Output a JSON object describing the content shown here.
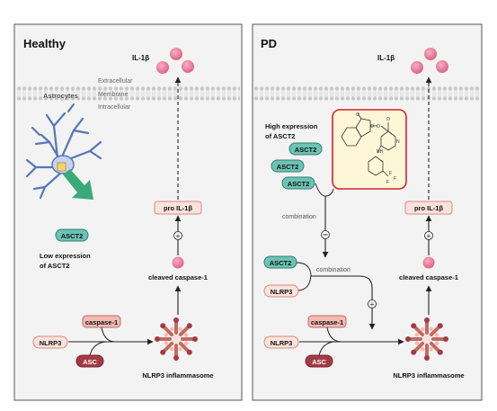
{
  "colors": {
    "panel_bg": "#f3f3f3",
    "panel_border": "#555555",
    "asct2_fill": "#6cc3b5",
    "asct2_stroke": "#2f7f74",
    "nlrp3_fill": "#fbe3dd",
    "nlrp3_stroke": "#d98a7c",
    "caspase_fill": "#f3b9b2",
    "caspase_stroke": "#c26b60",
    "asc_fill": "#a33b45",
    "il1b_fill": "#e9799a",
    "membrane": "#cfcfcf",
    "drug_box_fill": "#fdf7d8",
    "drug_box_stroke": "#d6202a",
    "astrocyte": "#5577b8",
    "arrow_green": "#3aaa7a"
  },
  "healthy": {
    "title": "Healthy",
    "il1b_label": "IL-1β",
    "membrane_labels": [
      "Extracellular",
      "Membrane",
      "Intracellular"
    ],
    "astrocytes_label": "Astrocytes",
    "asct2_label": "ASCT2",
    "low_expression": [
      "Low expression",
      "of ASCT2"
    ],
    "pro_il1b": "pro IL-1β",
    "plus": "⊕",
    "cleaved_caspase": "cleaved caspase-1",
    "caspase1": "caspase-1",
    "nlrp3": "NLRP3",
    "asc": "ASC",
    "inflammasome": "NLRP3 inflammasome"
  },
  "pd": {
    "title": "PD",
    "il1b_label": "IL-1β",
    "high_expression": [
      "High expression",
      "of ASCT2"
    ],
    "asct2_labels": [
      "ASCT2",
      "ASCT2",
      "ASCT2"
    ],
    "combination_label": "combination",
    "minus": "⊖",
    "asct2_label": "ASCT2",
    "nlrp3_label": "NLRP3",
    "combination_label2": "combination",
    "plus": "⊕",
    "pro_il1b": "pro IL-1β",
    "cleaved_caspase": "cleaved caspase-1",
    "caspase1": "caspase-1",
    "nlrp3": "NLRP3",
    "asc": "ASC",
    "inflammasome": "NLRP3 inflammasome",
    "drug_atoms": [
      "O",
      "O",
      "O",
      "O",
      "N",
      "NH",
      "F",
      "F",
      "F"
    ]
  }
}
